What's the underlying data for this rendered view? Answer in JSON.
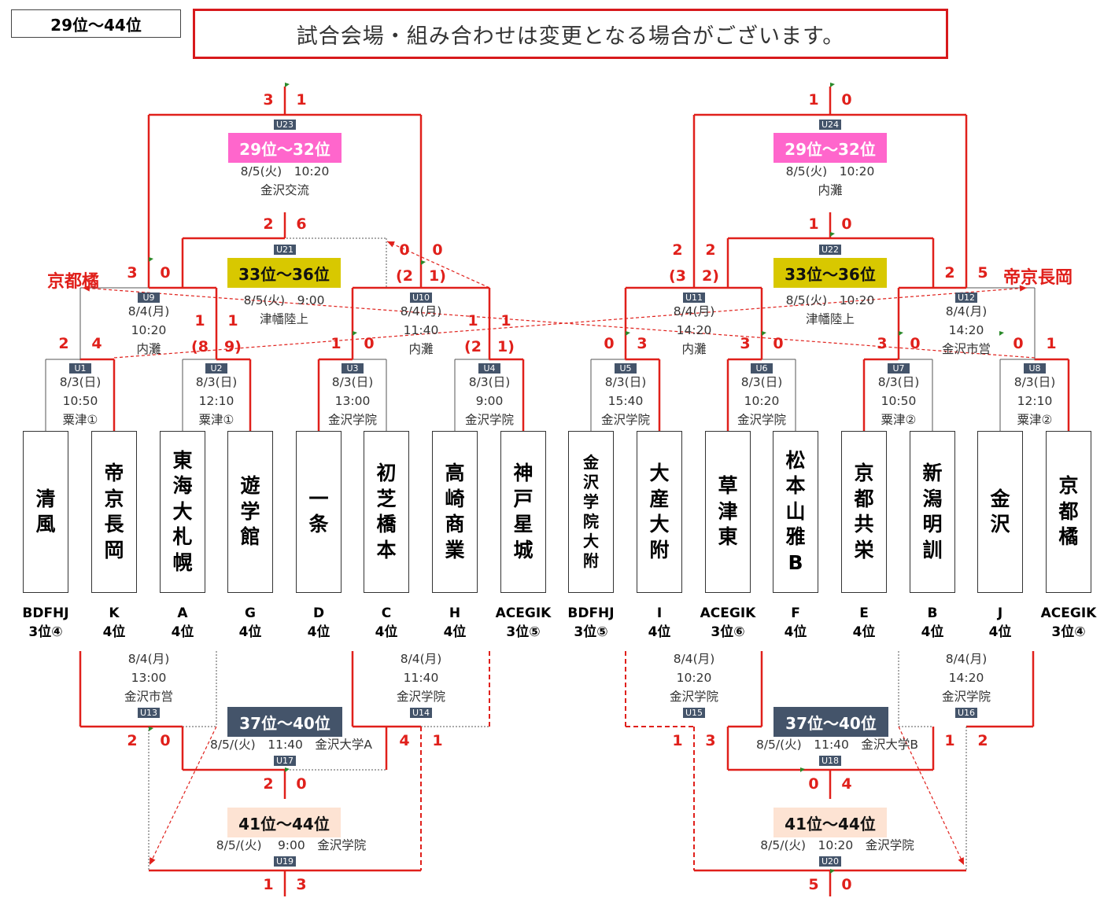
{
  "header": {
    "range_label": "29位～44位",
    "notice": "試合会場・組み合わせは変更となる場合がございます。"
  },
  "colors": {
    "line_red": "#e0201b",
    "tag_bg": "#44546a",
    "pink": "#ff66cc",
    "yellow": "#d8c800",
    "slate": "#44546a",
    "peach": "#fde3d3"
  },
  "teams": [
    {
      "name": "清風",
      "seed": "BDFHJ",
      "rank": "3位④"
    },
    {
      "name": "帝京長岡",
      "seed": "K",
      "rank": "4位"
    },
    {
      "name": "東海大札幌",
      "seed": "A",
      "rank": "4位"
    },
    {
      "name": "遊学館",
      "seed": "G",
      "rank": "4位"
    },
    {
      "name": "一条",
      "seed": "D",
      "rank": "4位"
    },
    {
      "name": "初芝橋本",
      "seed": "C",
      "rank": "4位"
    },
    {
      "name": "高崎商業",
      "seed": "H",
      "rank": "4位"
    },
    {
      "name": "神戸星城",
      "seed": "ACEGIK",
      "rank": "3位⑤"
    },
    {
      "name": "金沢学院大附",
      "seed": "BDFHJ",
      "rank": "3位⑤"
    },
    {
      "name": "大産大附",
      "seed": "I",
      "rank": "4位"
    },
    {
      "name": "草津東",
      "seed": "ACEGIK",
      "rank": "3位⑥"
    },
    {
      "name": "松本山雅B",
      "seed": "F",
      "rank": "4位"
    },
    {
      "name": "京都共栄",
      "seed": "E",
      "rank": "4位"
    },
    {
      "name": "新潟明訓",
      "seed": "B",
      "rank": "4位"
    },
    {
      "name": "金沢",
      "seed": "J",
      "rank": "4位"
    },
    {
      "name": "京都橘",
      "seed": "ACEGIK",
      "rank": "3位④"
    }
  ],
  "matches": {
    "U1": {
      "date": "8/3(日)",
      "time": "10:50",
      "venue": "粟津①"
    },
    "U2": {
      "date": "8/3(日)",
      "time": "12:10",
      "venue": "粟津①"
    },
    "U3": {
      "date": "8/3(日)",
      "time": "13:00",
      "venue": "金沢学院"
    },
    "U4": {
      "date": "8/3(日)",
      "time": "9:00",
      "venue": "金沢学院"
    },
    "U5": {
      "date": "8/3(日)",
      "time": "15:40",
      "venue": "金沢学院"
    },
    "U6": {
      "date": "8/3(日)",
      "time": "10:20",
      "venue": "金沢学院"
    },
    "U7": {
      "date": "8/3(日)",
      "time": "10:50",
      "venue": "粟津②"
    },
    "U8": {
      "date": "8/3(日)",
      "time": "12:10",
      "venue": "粟津②"
    },
    "U9": {
      "date": "8/4(月)",
      "time": "10:20",
      "venue": "内灘"
    },
    "U10": {
      "date": "8/4(月)",
      "time": "11:40",
      "venue": "内灘"
    },
    "U11": {
      "date": "8/4(月)",
      "time": "14:20",
      "venue": "内灘"
    },
    "U12": {
      "date": "8/4(月)",
      "time": "14:20",
      "venue": "金沢市営"
    },
    "U13": {
      "date": "8/4(月)",
      "time": "13:00",
      "venue": "金沢市営"
    },
    "U14": {
      "date": "8/4(月)",
      "time": "11:40",
      "venue": "金沢学院"
    },
    "U15": {
      "date": "8/4(月)",
      "time": "10:20",
      "venue": "金沢学院"
    },
    "U16": {
      "date": "8/4(月)",
      "time": "14:20",
      "venue": "金沢学院"
    }
  },
  "placements": {
    "U23": {
      "label": "29位～32位",
      "date": "8/5(火)",
      "time": "10:20",
      "venue": "金沢交流"
    },
    "U24": {
      "label": "29位～32位",
      "date": "8/5(火)",
      "time": "10:20",
      "venue": "内灘"
    },
    "U21": {
      "label": "33位～36位",
      "date": "8/5(火)",
      "time": "9:00",
      "venue": "津幡陸上"
    },
    "U22": {
      "label": "33位～36位",
      "date": "8/5(火)",
      "time": "10:20",
      "venue": "津幡陸上"
    },
    "U17": {
      "label": "37位～40位",
      "line": "8/5/(火)　11:40　金沢大学A"
    },
    "U18": {
      "label": "37位～40位",
      "line": "8/5/(火)　11:40　金沢大学B"
    },
    "U19": {
      "label": "41位～44位",
      "line": "8/5/(火)　 9:00　金沢学院"
    },
    "U20": {
      "label": "41位～44位",
      "line": "8/5/(火)　10:20　金沢学院"
    }
  },
  "scores": {
    "U1": [
      "2",
      "4"
    ],
    "U2": [
      "(8",
      "9)"
    ],
    "U3": [
      "1",
      "0"
    ],
    "U4": [
      "(2",
      "1)"
    ],
    "U5": [
      "0",
      "3"
    ],
    "U6": [
      "3",
      "0"
    ],
    "U7": [
      "3",
      "0"
    ],
    "U8": [
      "0",
      "1"
    ],
    "U9_a": [
      "3",
      "0"
    ],
    "U9_b": [
      "1",
      "1"
    ],
    "U10_a": [
      "(2",
      "1)"
    ],
    "U10_b": [
      "1",
      "1"
    ],
    "U11_a": [
      "2",
      "2"
    ],
    "U11_b": [
      "(3",
      "2)"
    ],
    "U12": [
      "2",
      "5"
    ],
    "U21": [
      "2",
      "6"
    ],
    "U21_b": [
      "0",
      "0"
    ],
    "U22": [
      "1",
      "0"
    ],
    "U23": [
      "3",
      "1"
    ],
    "U24": [
      "1",
      "0"
    ],
    "U13": [
      "2",
      "0"
    ],
    "U14": [
      "4",
      "1"
    ],
    "U15": [
      "1",
      "3"
    ],
    "U16": [
      "1",
      "2"
    ],
    "U17": [
      "2",
      "0"
    ],
    "U18": [
      "0",
      "4"
    ],
    "U19": [
      "1",
      "3"
    ],
    "U20": [
      "5",
      "0"
    ]
  },
  "winners": {
    "left": "京都橘",
    "right": "帝京長岡"
  }
}
